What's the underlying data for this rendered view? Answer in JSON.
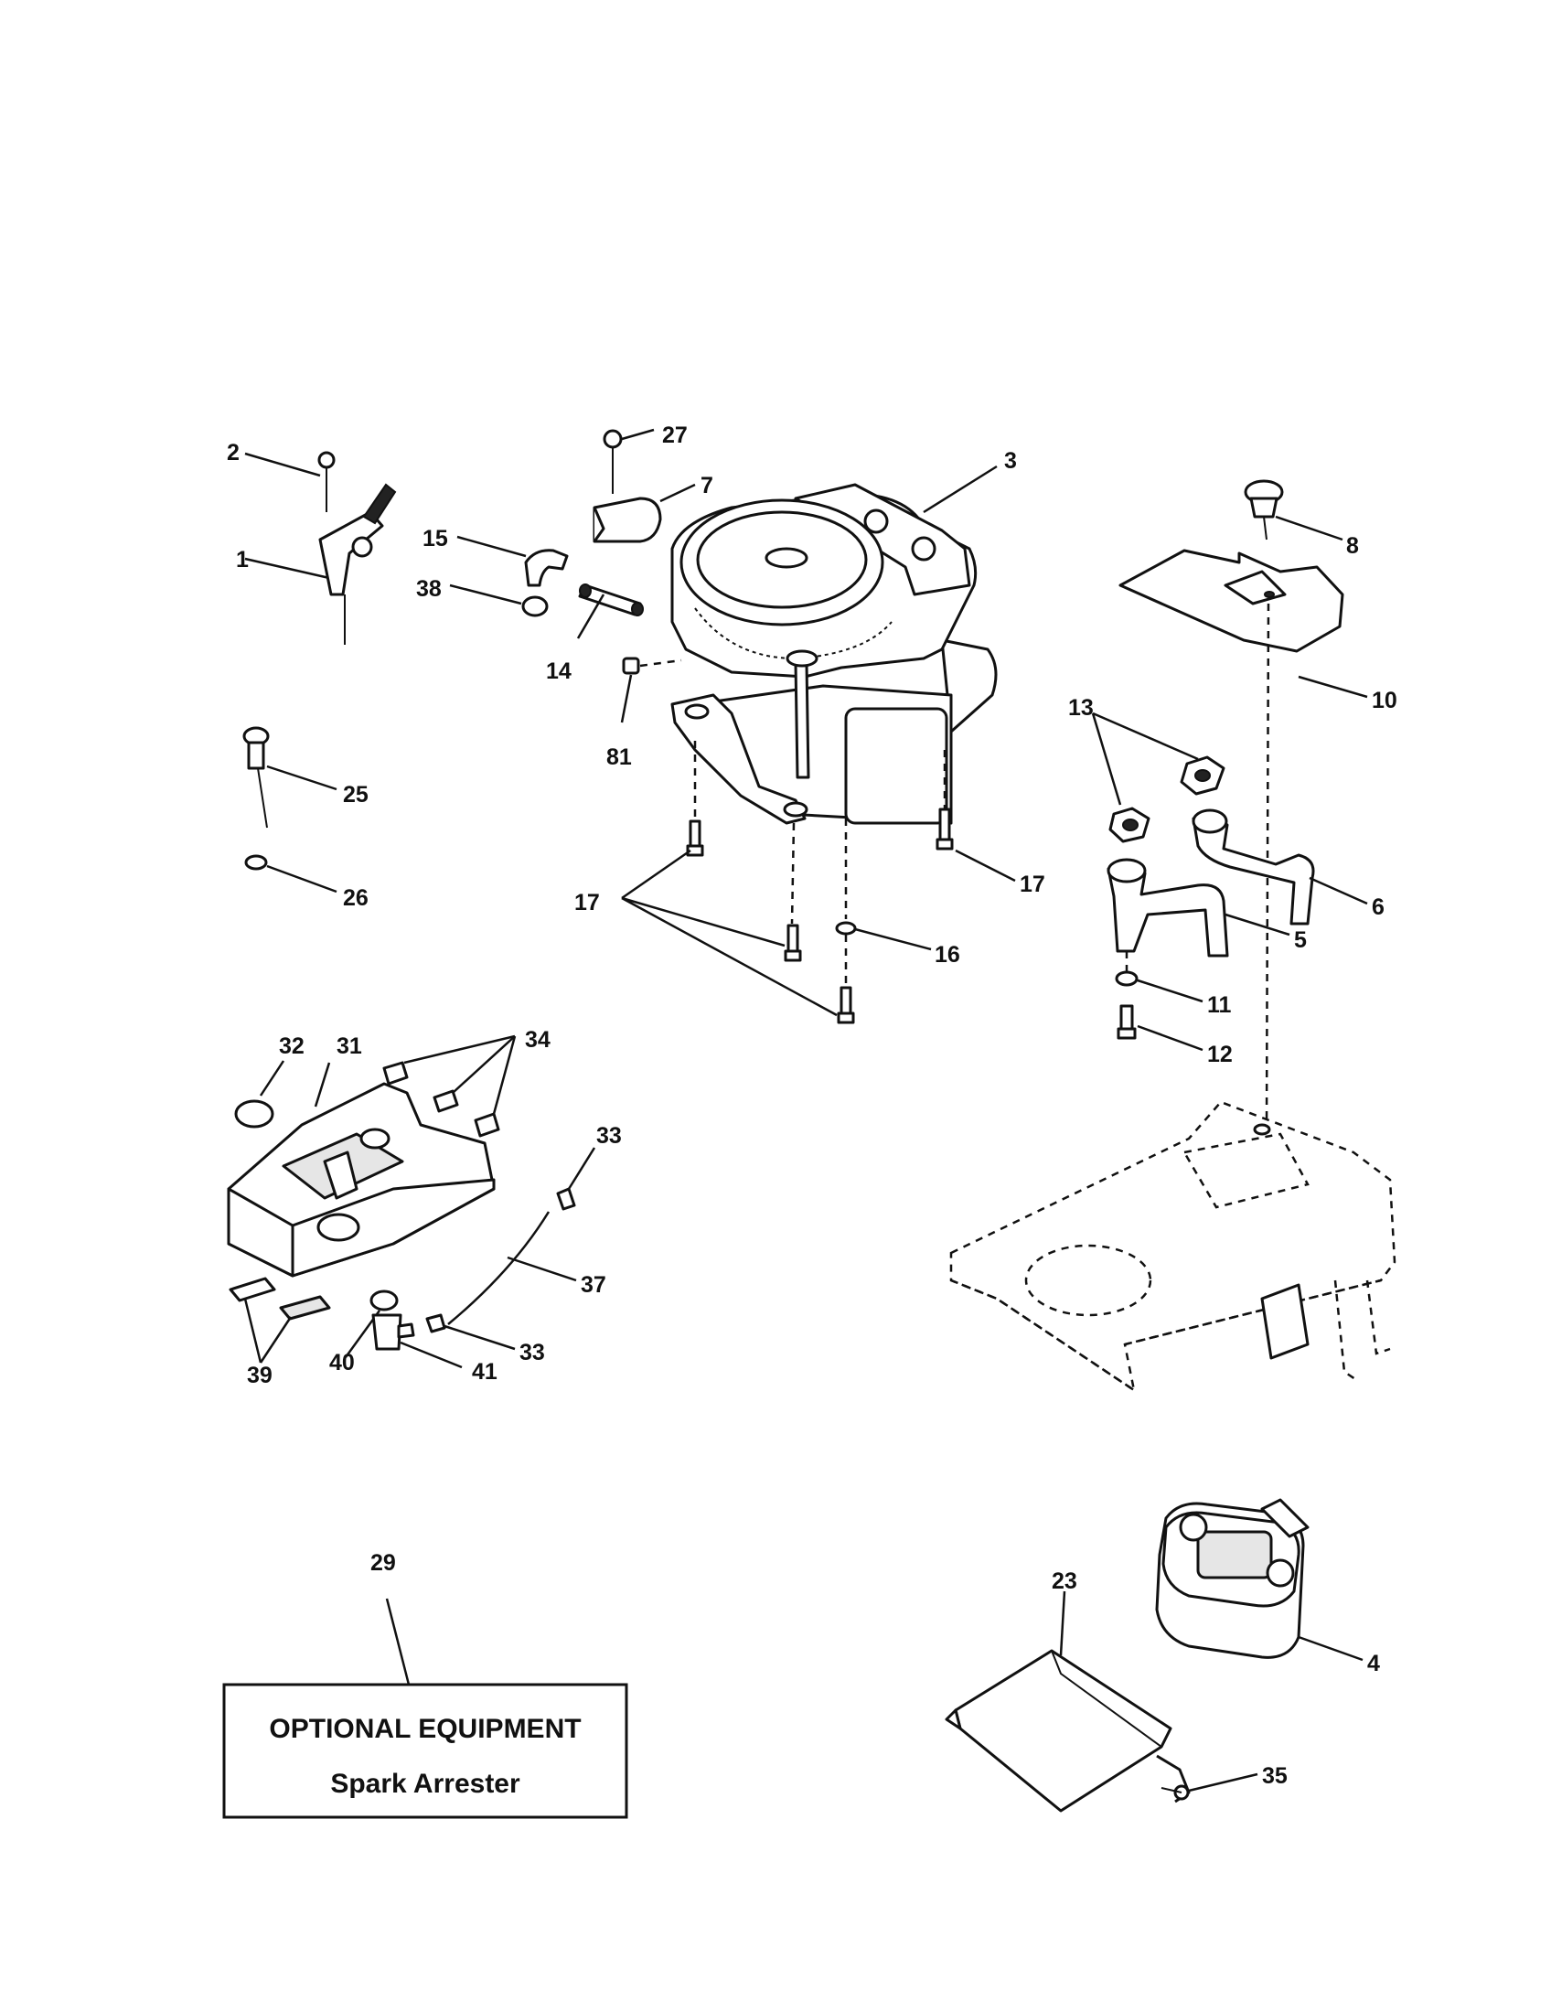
{
  "callouts": {
    "c1": "1",
    "c2": "2",
    "c3": "3",
    "c4": "4",
    "c5": "5",
    "c6": "6",
    "c7": "7",
    "c8": "8",
    "c10": "10",
    "c11": "11",
    "c12": "12",
    "c13": "13",
    "c14": "14",
    "c15": "15",
    "c16": "16",
    "c17a": "17",
    "c17b": "17",
    "c23": "23",
    "c25": "25",
    "c26": "26",
    "c27": "27",
    "c29": "29",
    "c31": "31",
    "c32": "32",
    "c33a": "33",
    "c33b": "33",
    "c34": "34",
    "c35": "35",
    "c37": "37",
    "c38": "38",
    "c39": "39",
    "c40": "40",
    "c41": "41",
    "c81": "81"
  },
  "optional_box": {
    "title": "OPTIONAL EQUIPMENT",
    "subtitle": "Spark Arrester"
  }
}
